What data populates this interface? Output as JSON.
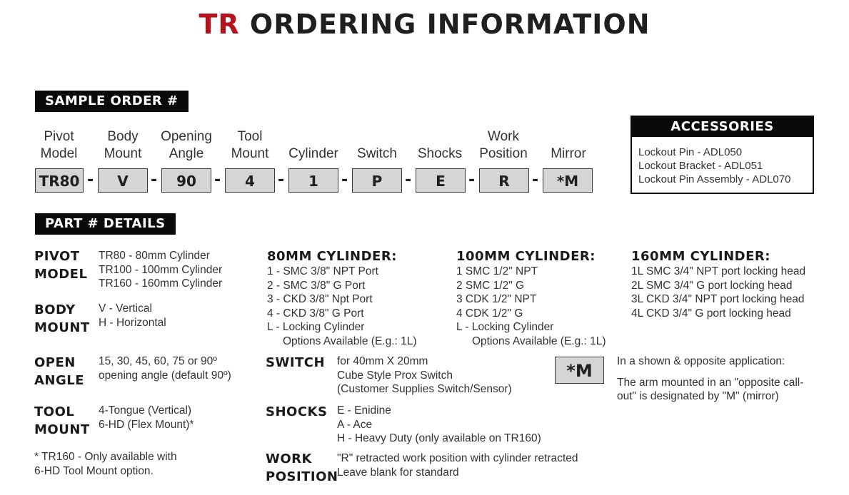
{
  "title": {
    "accent": "TR",
    "rest": " ORDERING INFORMATION",
    "accent_color": "#b5121b"
  },
  "sample_order": {
    "banner": "SAMPLE ORDER #",
    "fields": [
      {
        "header1": "Pivot",
        "header2": "Model",
        "value": "TR80"
      },
      {
        "header1": "Body",
        "header2": "Mount",
        "value": "V"
      },
      {
        "header1": "Opening",
        "header2": "Angle",
        "value": "90"
      },
      {
        "header1": "Tool",
        "header2": "Mount",
        "value": "4"
      },
      {
        "header1": "",
        "header2": "Cylinder",
        "value": "1"
      },
      {
        "header1": "",
        "header2": "Switch",
        "value": "P"
      },
      {
        "header1": "",
        "header2": "Shocks",
        "value": "E"
      },
      {
        "header1": "Work",
        "header2": "Position",
        "value": "R"
      },
      {
        "header1": "",
        "header2": "Mirror",
        "value": "*M"
      }
    ],
    "separator": "-"
  },
  "accessories": {
    "title": "ACCESSORIES",
    "items": [
      "Lockout Pin - ADL050",
      "Lockout Bracket - ADL051",
      "Lockout Pin Assembly - ADL070"
    ]
  },
  "part_details": {
    "banner": "PART # DETAILS",
    "pivot_model": {
      "label1": "PIVOT",
      "label2": "MODEL",
      "lines": [
        "TR80 - 80mm Cylinder",
        "TR100 - 100mm Cylinder",
        "TR160 - 160mm Cylinder"
      ]
    },
    "body_mount": {
      "label1": "BODY",
      "label2": "MOUNT",
      "lines": [
        "V - Vertical",
        "H - Horizontal"
      ]
    },
    "open_angle": {
      "label1": "OPEN",
      "label2": "ANGLE",
      "lines": [
        "15, 30, 45, 60, 75 or 90º",
        "opening angle (default 90º)"
      ]
    },
    "tool_mount": {
      "label1": "TOOL",
      "label2": "MOUNT",
      "lines": [
        "4-Tongue (Vertical)",
        "6-HD (Flex Mount)*"
      ]
    },
    "footnote": [
      "* TR160 - Only available with",
      "6-HD Tool Mount option."
    ],
    "cyl80": {
      "heading": "80MM CYLINDER:",
      "lines": [
        "1 - SMC 3/8\" NPT Port",
        "2 - SMC 3/8\" G Port",
        "3 - CKD 3/8\" Npt Port",
        "4 - CKD 3/8\" G Port",
        "L  - Locking Cylinder",
        "Options Available (E.g.: 1L)"
      ]
    },
    "cyl100": {
      "heading": "100MM CYLINDER:",
      "lines": [
        "1 SMC 1/2\" NPT",
        "2 SMC 1/2\" G",
        "3 CDK 1/2\" NPT",
        "4 CDK 1/2\" G",
        "L  - Locking Cylinder",
        "Options Available (E.g.: 1L)"
      ]
    },
    "cyl160": {
      "heading": "160MM CYLINDER:",
      "lines": [
        "1L SMC 3/4\" NPT port locking head",
        "2L SMC 3/4\" G port locking head",
        "3L CKD 3/4\" NPT port locking head",
        "4L CKD 3/4\" G port locking head"
      ]
    },
    "switch": {
      "label": "SWITCH",
      "lines": [
        "for 40mm X 20mm",
        "Cube Style Prox Switch",
        "(Customer Supplies Switch/Sensor)"
      ]
    },
    "shocks": {
      "label": "SHOCKS",
      "lines": [
        "E - Enidine",
        "A - Ace",
        "H - Heavy Duty (only available on TR160)"
      ]
    },
    "work_position": {
      "label1": "WORK",
      "label2": "POSITION",
      "lines": [
        "\"R\" retracted work position with cylinder retracted",
        "Leave blank for standard"
      ]
    },
    "mirror": {
      "box": "*M",
      "line1": "In a shown & opposite application:",
      "line2a": "The arm mounted in an \"opposite call-",
      "line2b": "out\" is designated by \"M\" (mirror)"
    }
  }
}
